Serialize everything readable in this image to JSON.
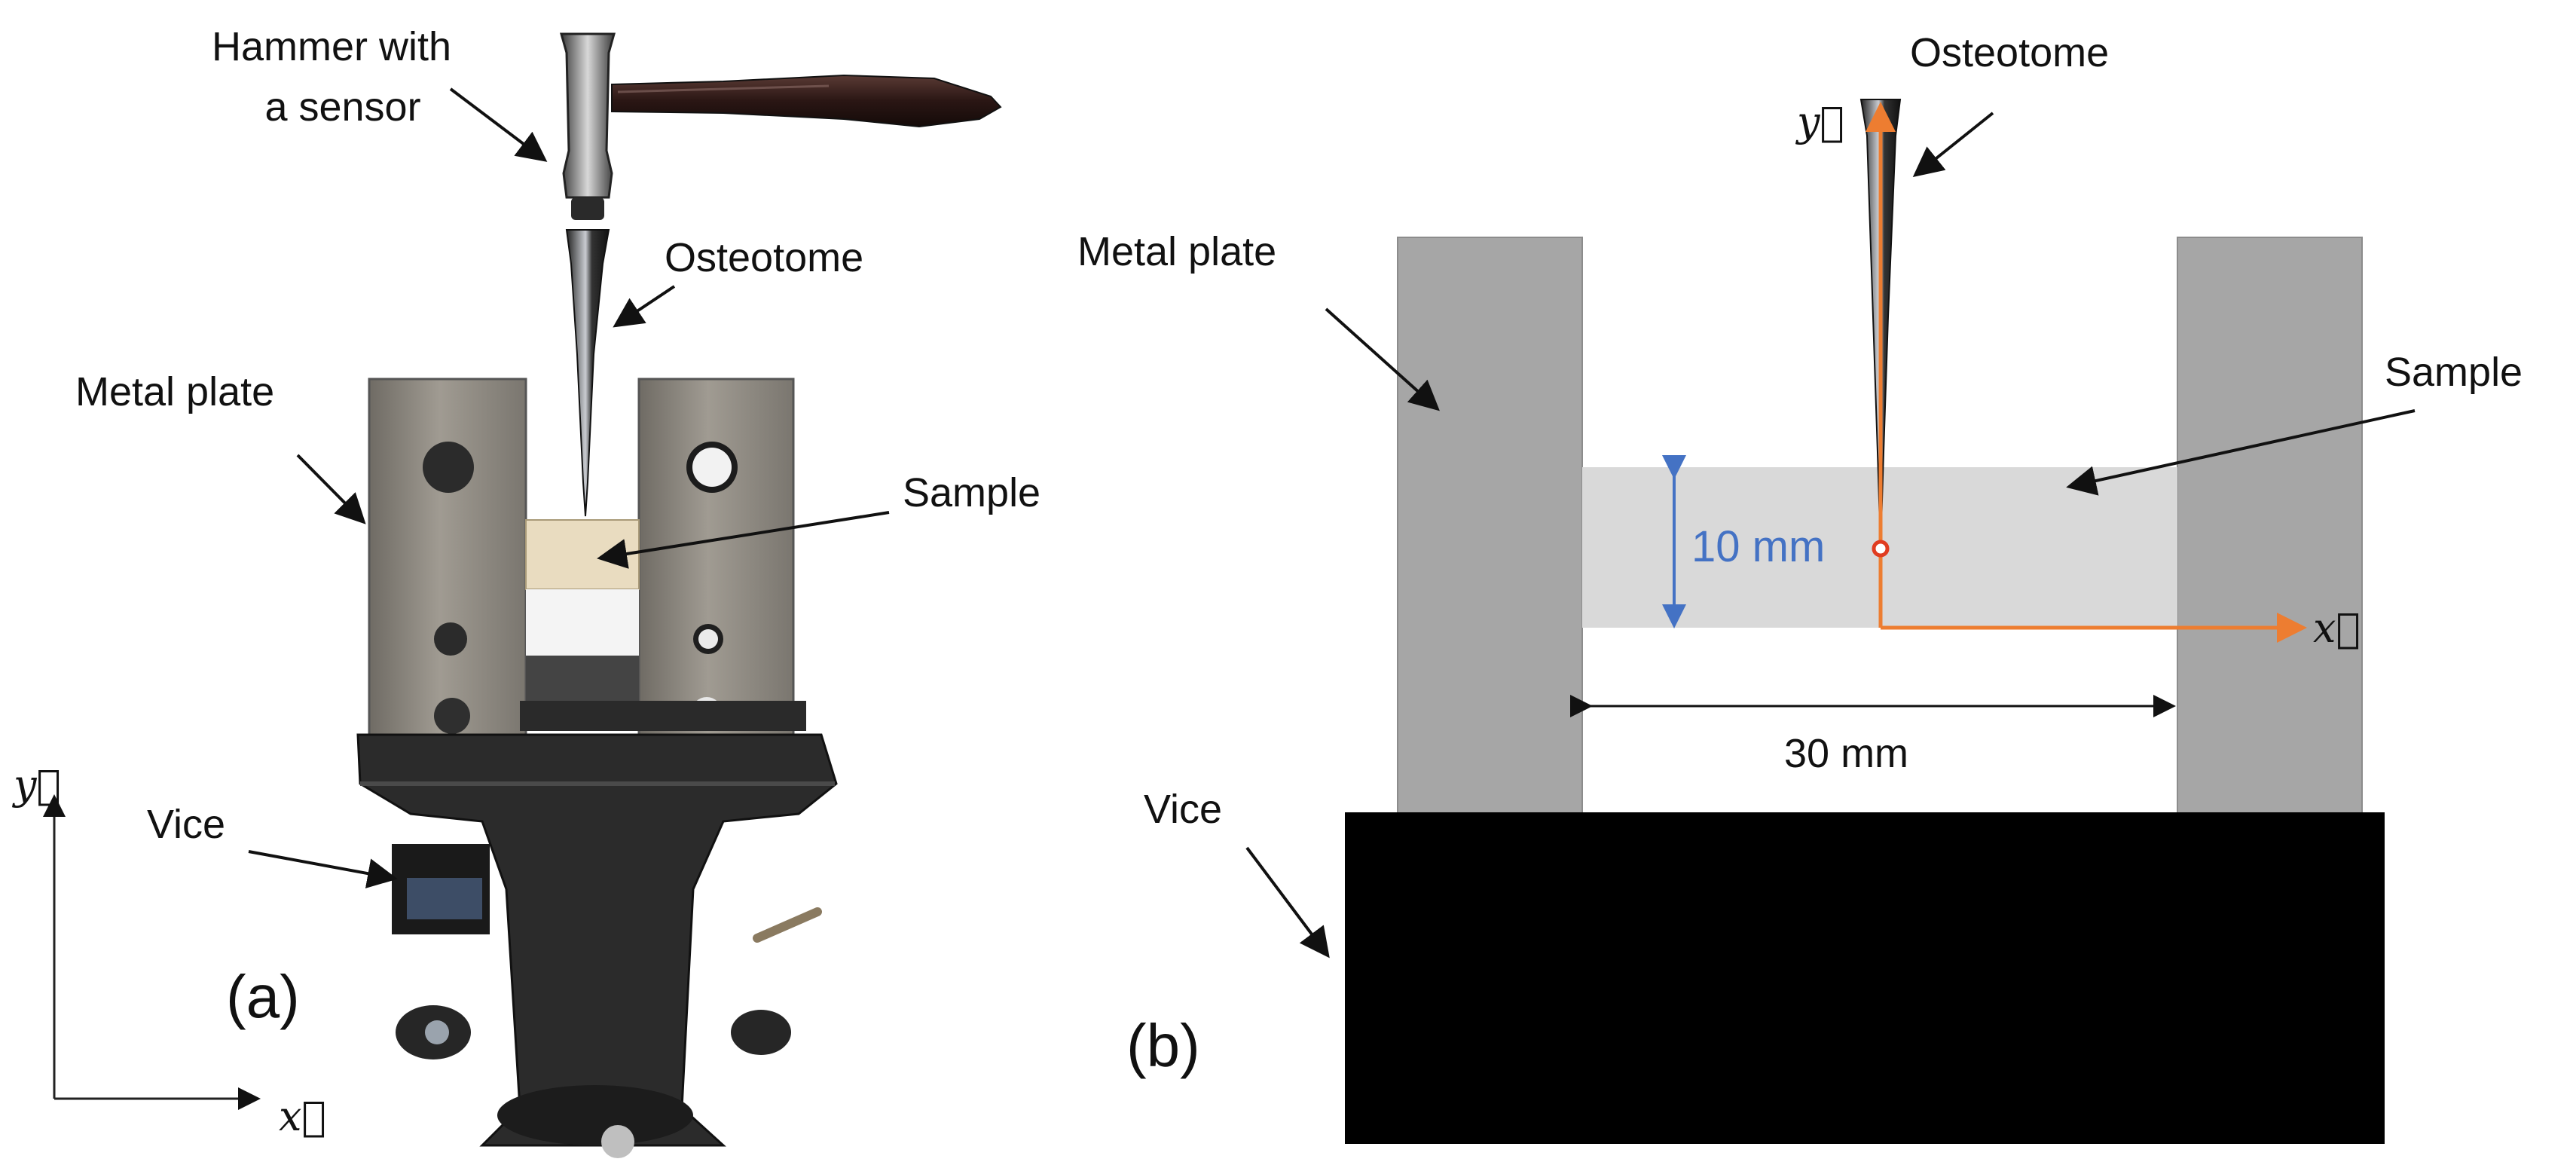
{
  "panel_a": {
    "label": "(a)",
    "hammer_label_line1": "Hammer with",
    "hammer_label_line2": "a sensor",
    "osteotome_label": "Osteotome",
    "metal_plate_label": "Metal plate",
    "sample_label": "Sample",
    "vice_label": "Vice",
    "axis_x": "x⃗",
    "axis_y": "y⃗"
  },
  "panel_b": {
    "label": "(b)",
    "osteotome_label": "Osteotome",
    "metal_plate_label": "Metal plate",
    "sample_label": "Sample",
    "vice_label": "Vice",
    "dim_height": "10 mm",
    "dim_width": "30 mm",
    "axis_x": "x⃗",
    "axis_y": "y⃗"
  },
  "colors": {
    "plate_gray": "#a6a6a6",
    "sample_gray": "#d9d9d9",
    "vice_black": "#000000",
    "dimension_blue": "#4472c4",
    "axis_orange": "#ed7d31",
    "photo_metal": "#8c8880",
    "photo_vice": "#2b2b2b"
  }
}
